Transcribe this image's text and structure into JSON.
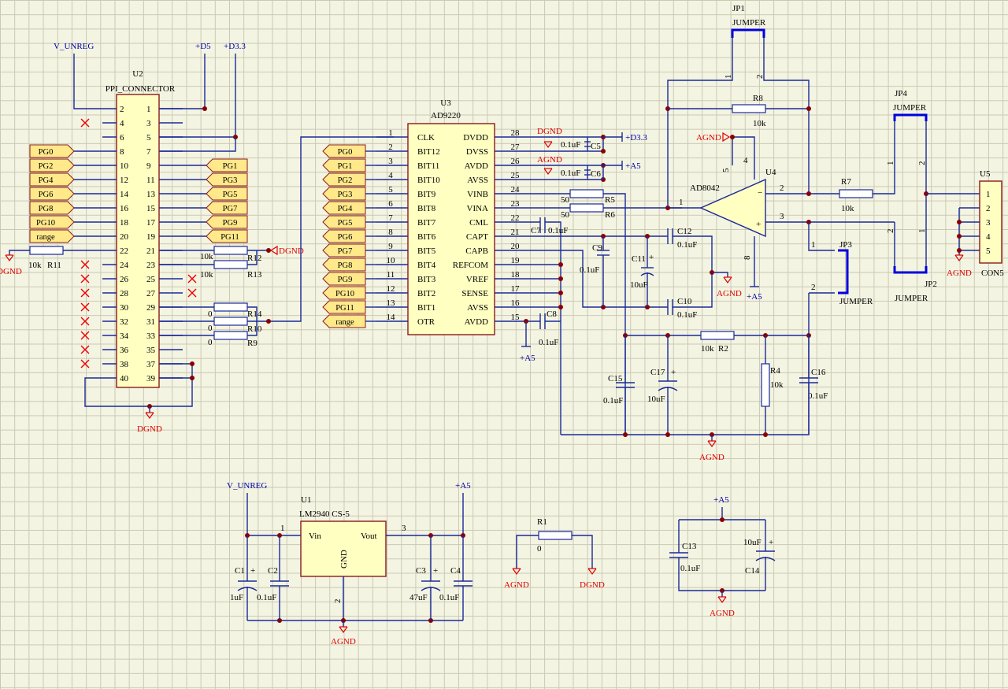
{
  "nets": {
    "v_unreg": "V_UNREG",
    "d5": "+D5",
    "d33": "+D3.3",
    "a5": "+A5",
    "dgnd": "DGND",
    "agnd": "AGND"
  },
  "u2": {
    "ref": "U2",
    "name": "PPI_CONNECTOR",
    "left_pins": [
      "2",
      "4",
      "6",
      "8",
      "10",
      "12",
      "14",
      "16",
      "18",
      "20",
      "22",
      "24",
      "26",
      "28",
      "30",
      "32",
      "34",
      "36",
      "38",
      "40"
    ],
    "right_pins": [
      "1",
      "3",
      "5",
      "7",
      "9",
      "11",
      "13",
      "15",
      "17",
      "19",
      "21",
      "23",
      "25",
      "27",
      "29",
      "31",
      "33",
      "35",
      "37",
      "39"
    ],
    "left_ports": [
      "PG0",
      "PG2",
      "PG4",
      "PG6",
      "PG8",
      "PG10",
      "range"
    ],
    "right_ports": [
      "PG1",
      "PG3",
      "PG5",
      "PG7",
      "PG9",
      "PG11"
    ]
  },
  "u3": {
    "ref": "U3",
    "name": "AD9220",
    "left_pins": [
      {
        "num": "1",
        "name": "CLK"
      },
      {
        "num": "2",
        "name": "BIT12"
      },
      {
        "num": "3",
        "name": "BIT11"
      },
      {
        "num": "4",
        "name": "BIT10"
      },
      {
        "num": "5",
        "name": "BIT9"
      },
      {
        "num": "6",
        "name": "BIT8"
      },
      {
        "num": "7",
        "name": "BIT7"
      },
      {
        "num": "8",
        "name": "BIT6"
      },
      {
        "num": "9",
        "name": "BIT5"
      },
      {
        "num": "10",
        "name": "BIT4"
      },
      {
        "num": "11",
        "name": "BIT3"
      },
      {
        "num": "12",
        "name": "BIT2"
      },
      {
        "num": "13",
        "name": "BIT1"
      },
      {
        "num": "14",
        "name": "OTR"
      }
    ],
    "right_pins": [
      {
        "num": "28",
        "name": "DVDD"
      },
      {
        "num": "27",
        "name": "DVSS"
      },
      {
        "num": "26",
        "name": "AVDD"
      },
      {
        "num": "25",
        "name": "AVSS"
      },
      {
        "num": "24",
        "name": "VINB"
      },
      {
        "num": "23",
        "name": "VINA"
      },
      {
        "num": "22",
        "name": "CML"
      },
      {
        "num": "21",
        "name": "CAPT"
      },
      {
        "num": "20",
        "name": "CAPB"
      },
      {
        "num": "19",
        "name": "REFCOM"
      },
      {
        "num": "18",
        "name": "VREF"
      },
      {
        "num": "17",
        "name": "SENSE"
      },
      {
        "num": "16",
        "name": "AVSS"
      },
      {
        "num": "15",
        "name": "AVDD"
      }
    ],
    "ports": [
      "PG0",
      "PG1",
      "PG2",
      "PG3",
      "PG4",
      "PG5",
      "PG6",
      "PG7",
      "PG8",
      "PG9",
      "PG10",
      "PG11",
      "range"
    ]
  },
  "u4": {
    "ref": "U4",
    "name": "AD8042",
    "pins": {
      "out": "2",
      "in_minus": "1",
      "in_plus": "3",
      "v_pos": "4",
      "v_neg": "8",
      "p5": "5"
    }
  },
  "u1": {
    "ref": "U1",
    "name": "LM2940 CS-5",
    "vin": "Vin",
    "vout": "Vout",
    "gnd": "GND",
    "pin1": "1",
    "pin2": "2",
    "pin3": "3"
  },
  "u5": {
    "ref": "U5",
    "name": "CON5",
    "pins": [
      "1",
      "2",
      "3",
      "4",
      "5"
    ]
  },
  "jumpers": {
    "jp1": {
      "ref": "JP1",
      "name": "JUMPER",
      "p1": "1",
      "p2": "2"
    },
    "jp2": {
      "ref": "JP2",
      "name": "JUMPER",
      "p1": "1",
      "p2": "2"
    },
    "jp3": {
      "ref": "JP3",
      "name": "JUMPER",
      "p1": "1",
      "p2": "2"
    },
    "jp4": {
      "ref": "JP4",
      "name": "JUMPER",
      "p1": "1",
      "p2": "2"
    }
  },
  "resistors": {
    "r1": {
      "ref": "R1",
      "value": "0"
    },
    "r2": {
      "ref": "R2",
      "value": "10k"
    },
    "r4": {
      "ref": "R4",
      "value": "10k"
    },
    "r5": {
      "ref": "R5",
      "value": "50"
    },
    "r6": {
      "ref": "R6",
      "value": "50"
    },
    "r7": {
      "ref": "R7",
      "value": "10k"
    },
    "r8": {
      "ref": "R8",
      "value": "10k"
    },
    "r9": {
      "ref": "R9",
      "value": "0"
    },
    "r10": {
      "ref": "R10",
      "value": "0"
    },
    "r11": {
      "ref": "R11",
      "value": "10k"
    },
    "r12": {
      "ref": "R12",
      "value": "10k"
    },
    "r13": {
      "ref": "R13",
      "value": "10k"
    },
    "r14": {
      "ref": "R14",
      "value": "0"
    }
  },
  "capacitors": {
    "c1": {
      "ref": "C1",
      "value": "1uF"
    },
    "c2": {
      "ref": "C2",
      "value": "0.1uF"
    },
    "c3": {
      "ref": "C3",
      "value": "47uF"
    },
    "c4": {
      "ref": "C4",
      "value": "0.1uF"
    },
    "c5": {
      "ref": "C5",
      "value": "0.1uF"
    },
    "c6": {
      "ref": "C6",
      "value": "0.1uF"
    },
    "c7": {
      "ref": "C7",
      "value": "0.1uF"
    },
    "c8": {
      "ref": "C8",
      "value": "0.1uF"
    },
    "c9": {
      "ref": "C9",
      "value": "0.1uF"
    },
    "c10": {
      "ref": "C10",
      "value": "0.1uF"
    },
    "c11": {
      "ref": "C11",
      "value": "10uF"
    },
    "c12": {
      "ref": "C12",
      "value": "0.1uF"
    },
    "c13": {
      "ref": "C13",
      "value": "0.1uF"
    },
    "c14": {
      "ref": "C14",
      "value": "10uF"
    },
    "c15": {
      "ref": "C15",
      "value": "0.1uF"
    },
    "c16": {
      "ref": "C16",
      "value": "0.1uF"
    },
    "c17": {
      "ref": "C17",
      "value": "10uF"
    }
  },
  "plus": "+"
}
